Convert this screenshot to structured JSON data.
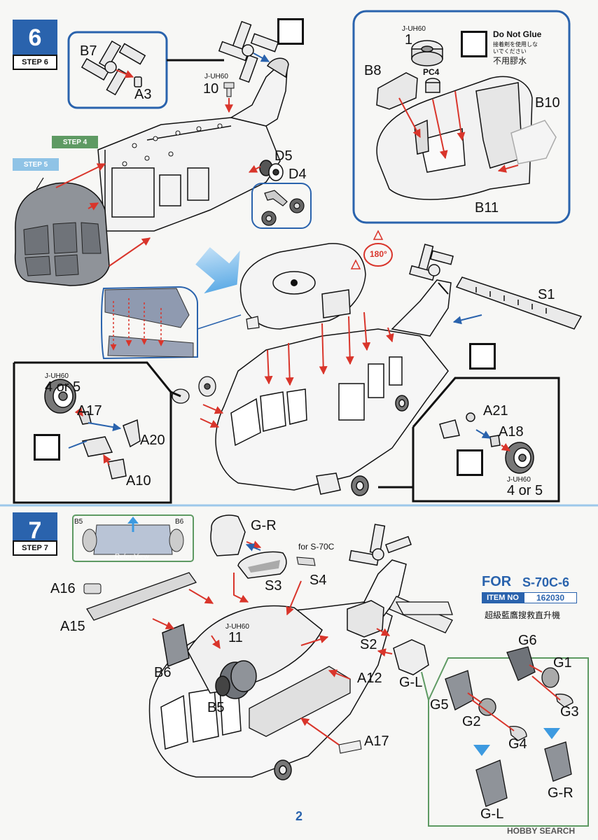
{
  "page_number": "2",
  "watermark": "HOBBY SEARCH",
  "step6": {
    "number": "6",
    "label": "STEP 6",
    "ref_step4": "STEP 4",
    "ref_step5": "STEP 5",
    "parts": {
      "b7": "B7",
      "a3": "A3",
      "juh60_10_prefix": "J-UH60",
      "juh60_10_num": "10",
      "d5": "D5",
      "d4": "D4",
      "s1": "S1",
      "a17": "A17",
      "a20": "A20",
      "a10": "A10",
      "a21": "A21",
      "a18": "A18",
      "wheel_left_prefix": "J-UH60",
      "wheel_left_num": "4 or 5",
      "wheel_right_prefix": "J-UH60",
      "wheel_right_num": "4 or 5",
      "rotate": "180°"
    },
    "inset": {
      "juh60_1_prefix": "J-UH60",
      "juh60_1_num": "1",
      "do_not_glue_en": "Do Not Glue",
      "do_not_glue_jp1": "接着剤を使用しな",
      "do_not_glue_jp2": "いでください",
      "do_not_glue_zh": "不用膠水",
      "b8": "B8",
      "pc4": "PC4",
      "b10": "B10",
      "b11": "B11"
    }
  },
  "step7": {
    "number": "7",
    "label": "STEP 7",
    "refer_view": "Refer View",
    "b5_top": "B5",
    "b6_top": "B6",
    "parts": {
      "gr": "G-R",
      "for_s70c": "for S-70C",
      "s3": "S3",
      "s4": "S4",
      "a16": "A16",
      "a15": "A15",
      "juh60_11_prefix": "J-UH60",
      "juh60_11_num": "11",
      "b6": "B6",
      "b5": "B5",
      "s2": "S2",
      "a12": "A12",
      "gl": "G-L",
      "a17": "A17"
    },
    "variant": {
      "for_label": "FOR",
      "model": "S-70C-6",
      "item_no_label": "ITEM NO",
      "item_no": "162030",
      "chinese_name": "超級藍鷹搜救直升機",
      "g6": "G6",
      "g1": "G1",
      "g5": "G5",
      "g2": "G2",
      "g3": "G3",
      "g4": "G4",
      "gr": "G-R",
      "gl": "G-L"
    }
  },
  "colors": {
    "step_blue": "#2a63ad",
    "step4_green": "#5e9a63",
    "step5_lightblue": "#8fc3e6",
    "red_arrow": "#d9352b",
    "divider_blue": "#9cc8ea"
  }
}
